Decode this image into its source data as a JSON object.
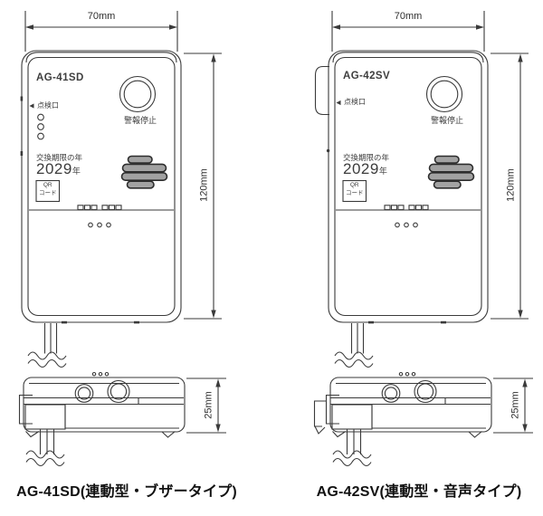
{
  "colors": {
    "line": "#3a3a3a",
    "speaker_fill": "#a2a2a2",
    "label_text": "#3c3c3c",
    "caption_text": "#111111",
    "background": "#ffffff"
  },
  "dimensions": {
    "width": "70mm",
    "height": "120mm",
    "depth": "25mm"
  },
  "devices": [
    {
      "model": "AG-41SD",
      "inspection_port": "点検口",
      "alarm_stop": "警報停止",
      "replacement_title": "交換期限の年",
      "replacement_year": "2029",
      "year_suffix": "年",
      "qr_line1": "QR",
      "qr_line2": "コード",
      "caption": "AG-41SD(連動型・ブザータイプ)"
    },
    {
      "model": "AG-42SV",
      "inspection_port": "点検口",
      "alarm_stop": "警報停止",
      "replacement_title": "交換期限の年",
      "replacement_year": "2029",
      "year_suffix": "年",
      "qr_line1": "QR",
      "qr_line2": "コード",
      "caption": "AG-42SV(連動型・音声タイプ)"
    }
  ]
}
